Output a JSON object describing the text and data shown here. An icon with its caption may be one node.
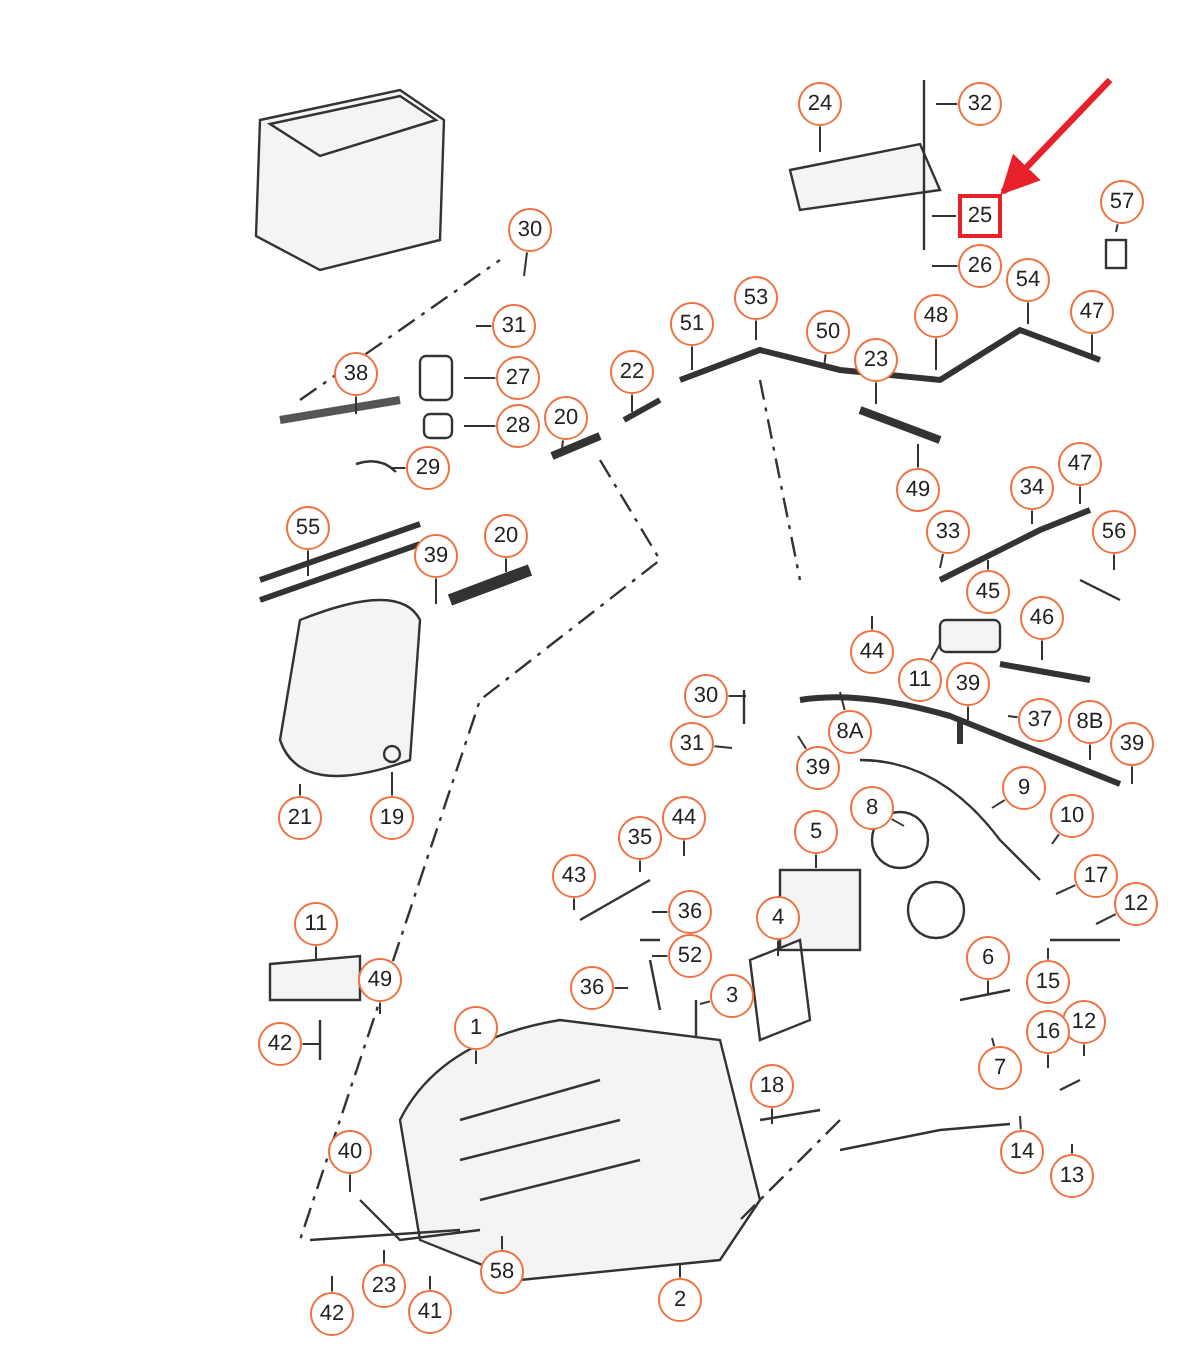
{
  "diagram": {
    "nodes": [
      {
        "text": [
          "24"
        ]
      },
      {
        "text": [
          "32"
        ]
      },
      {
        "text": [
          "57"
        ]
      },
      {
        "text": [
          "30"
        ]
      },
      {
        "text": [
          "25"
        ]
      },
      {
        "text": [
          "26"
        ]
      },
      {
        "text": [
          "54"
        ]
      },
      {
        "text": [
          "53"
        ]
      },
      {
        "text": [
          "47"
        ]
      },
      {
        "text": [
          "48"
        ]
      },
      {
        "text": [
          "51"
        ]
      },
      {
        "text": [
          "31"
        ]
      },
      {
        "text": [
          "50"
        ]
      },
      {
        "text": [
          "23"
        ]
      },
      {
        "text": [
          "22"
        ]
      },
      {
        "text": [
          "38"
        ]
      },
      {
        "text": [
          "27"
        ]
      },
      {
        "text": [
          "20"
        ]
      },
      {
        "text": [
          "28"
        ]
      },
      {
        "text": [
          "47"
        ]
      },
      {
        "text": [
          "29"
        ]
      },
      {
        "text": [
          "34"
        ]
      },
      {
        "text": [
          "49"
        ]
      },
      {
        "text": [
          "33"
        ]
      },
      {
        "text": [
          "55"
        ]
      },
      {
        "text": [
          "56"
        ]
      },
      {
        "text": [
          "20"
        ]
      },
      {
        "text": [
          "39"
        ]
      },
      {
        "text": [
          "45"
        ]
      },
      {
        "text": [
          "46"
        ]
      },
      {
        "text": [
          "44"
        ]
      },
      {
        "text": [
          "11"
        ]
      },
      {
        "text": [
          "39"
        ]
      },
      {
        "text": [
          "30"
        ]
      },
      {
        "text": [
          "37"
        ]
      },
      {
        "text": [
          "8B"
        ]
      },
      {
        "text": [
          "8A"
        ]
      },
      {
        "text": [
          "31"
        ]
      },
      {
        "text": [
          "39"
        ]
      },
      {
        "text": [
          "39"
        ]
      },
      {
        "text": [
          "9"
        ]
      },
      {
        "text": [
          "8"
        ]
      },
      {
        "text": [
          "21"
        ]
      },
      {
        "text": [
          "19"
        ]
      },
      {
        "text": [
          "44"
        ]
      },
      {
        "text": [
          "10"
        ]
      },
      {
        "text": [
          "5"
        ]
      },
      {
        "text": [
          "35"
        ]
      },
      {
        "text": [
          "17"
        ]
      },
      {
        "text": [
          "43"
        ]
      },
      {
        "text": [
          "12"
        ]
      },
      {
        "text": [
          "36"
        ]
      },
      {
        "text": [
          "4"
        ]
      },
      {
        "text": [
          "11"
        ]
      },
      {
        "text": [
          "52"
        ]
      },
      {
        "text": [
          "6"
        ]
      },
      {
        "text": [
          "49"
        ]
      },
      {
        "text": [
          "15"
        ]
      },
      {
        "text": [
          "36"
        ]
      },
      {
        "text": [
          "3"
        ]
      },
      {
        "text": [
          "12"
        ]
      },
      {
        "text": [
          "1"
        ]
      },
      {
        "text": [
          "16"
        ]
      },
      {
        "text": [
          "42"
        ]
      },
      {
        "text": [
          "7"
        ]
      },
      {
        "text": [
          "18"
        ]
      },
      {
        "text": [
          "40"
        ]
      },
      {
        "text": [
          "14"
        ]
      },
      {
        "text": [
          "13"
        ]
      },
      {
        "text": [
          "2"
        ]
      },
      {
        "text": [
          "58"
        ]
      },
      {
        "text": [
          "23"
        ]
      },
      {
        "text": [
          "41"
        ]
      },
      {
        "text": [
          "42"
        ]
      }
    ],
    "edges": [
      {
        "from": 0,
        "to": null,
        "arrow": "none"
      },
      {
        "from": 1,
        "to": null,
        "arrow": "none"
      },
      {
        "from": 2,
        "to": null,
        "arrow": "none"
      },
      {
        "from": 3,
        "to": null,
        "arrow": "none"
      },
      {
        "from": 4,
        "to": null,
        "arrow": "none"
      },
      {
        "from": 5,
        "to": null,
        "arrow": "none"
      },
      {
        "from": 6,
        "to": null,
        "arrow": "none"
      },
      {
        "from": 7,
        "to": null,
        "arrow": "none"
      },
      {
        "from": 8,
        "to": null,
        "arrow": "none"
      },
      {
        "from": 9,
        "to": null,
        "arrow": "none"
      },
      {
        "from": 10,
        "to": null,
        "arrow": "none"
      },
      {
        "from": 11,
        "to": null,
        "arrow": "none"
      },
      {
        "from": 12,
        "to": null,
        "arrow": "none"
      },
      {
        "from": 13,
        "to": null,
        "arrow": "none"
      },
      {
        "from": 14,
        "to": null,
        "arrow": "none"
      },
      {
        "from": 15,
        "to": null,
        "arrow": "none"
      },
      {
        "from": 16,
        "to": null,
        "arrow": "none"
      },
      {
        "from": 17,
        "to": null,
        "arrow": "none"
      },
      {
        "from": 18,
        "to": null,
        "arrow": "none"
      },
      {
        "from": 19,
        "to": null,
        "arrow": "none"
      },
      {
        "from": 20,
        "to": null,
        "arrow": "none"
      },
      {
        "from": 21,
        "to": null,
        "arrow": "none"
      },
      {
        "from": 22,
        "to": null,
        "arrow": "none"
      },
      {
        "from": 23,
        "to": null,
        "arrow": "none"
      },
      {
        "from": 24,
        "to": null,
        "arrow": "none"
      },
      {
        "from": 25,
        "to": null,
        "arrow": "none"
      },
      {
        "from": 26,
        "to": null,
        "arrow": "none"
      },
      {
        "from": 27,
        "to": null,
        "arrow": "none"
      },
      {
        "from": 28,
        "to": null,
        "arrow": "none"
      },
      {
        "from": 29,
        "to": null,
        "arrow": "none"
      },
      {
        "from": 30,
        "to": null,
        "arrow": "none"
      },
      {
        "from": 31,
        "to": null,
        "arrow": "none"
      },
      {
        "from": 32,
        "to": null,
        "arrow": "none"
      },
      {
        "from": 33,
        "to": null,
        "arrow": "none"
      },
      {
        "from": 34,
        "to": null,
        "arrow": "none"
      },
      {
        "from": 35,
        "to": null,
        "arrow": "none"
      },
      {
        "from": 36,
        "to": null,
        "arrow": "none"
      },
      {
        "from": 37,
        "to": null,
        "arrow": "none"
      },
      {
        "from": 38,
        "to": null,
        "arrow": "none"
      },
      {
        "from": 39,
        "to": null,
        "arrow": "none"
      },
      {
        "from": 40,
        "to": null,
        "arrow": "none"
      },
      {
        "from": 41,
        "to": null,
        "arrow": "none"
      },
      {
        "from": 42,
        "to": null,
        "arrow": "none"
      },
      {
        "from": 43,
        "to": null,
        "arrow": "none"
      },
      {
        "from": 44,
        "to": null,
        "arrow": "none"
      },
      {
        "from": 45,
        "to": null,
        "arrow": "none"
      },
      {
        "from": 46,
        "to": null,
        "arrow": "none"
      },
      {
        "from": 47,
        "to": null,
        "arrow": "none"
      },
      {
        "from": 48,
        "to": null,
        "arrow": "none"
      },
      {
        "from": 49,
        "to": null,
        "arrow": "none"
      },
      {
        "from": 50,
        "to": null,
        "arrow": "none"
      },
      {
        "from": 51,
        "to": null,
        "arrow": "none"
      },
      {
        "from": 52,
        "to": null,
        "arrow": "none"
      },
      {
        "from": 53,
        "to": null,
        "arrow": "none"
      },
      {
        "from": 54,
        "to": null,
        "arrow": "none"
      },
      {
        "from": 55,
        "to": null,
        "arrow": "none"
      },
      {
        "from": 56,
        "to": null,
        "arrow": "none"
      },
      {
        "from": 57,
        "to": null,
        "arrow": "none"
      },
      {
        "from": 58,
        "to": null,
        "arrow": "none"
      },
      {
        "from": 59,
        "to": null,
        "arrow": "none"
      },
      {
        "from": 60,
        "to": null,
        "arrow": "none"
      },
      {
        "from": 61,
        "to": null,
        "arrow": "none"
      },
      {
        "from": 62,
        "to": null,
        "arrow": "none"
      },
      {
        "from": 63,
        "to": null,
        "arrow": "none"
      },
      {
        "from": 64,
        "to": null,
        "arrow": "none"
      },
      {
        "from": 65,
        "to": null,
        "arrow": "none"
      },
      {
        "from": 66,
        "to": null,
        "arrow": "none"
      },
      {
        "from": 67,
        "to": null,
        "arrow": "none"
      },
      {
        "from": 68,
        "to": null,
        "arrow": "none"
      },
      {
        "from": 69,
        "to": null,
        "arrow": "none"
      },
      {
        "from": 70,
        "to": null,
        "arrow": "none"
      },
      {
        "from": 71,
        "to": null,
        "arrow": "none"
      },
      {
        "from": 72,
        "to": null,
        "arrow": "none"
      },
      {
        "from": 73,
        "to": null,
        "arrow": "none"
      },
      {
        "from": null,
        "to": 4,
        "arrow": "to",
        "style": "thick",
        "color": "#e8202a"
      }
    ]
  }
}
